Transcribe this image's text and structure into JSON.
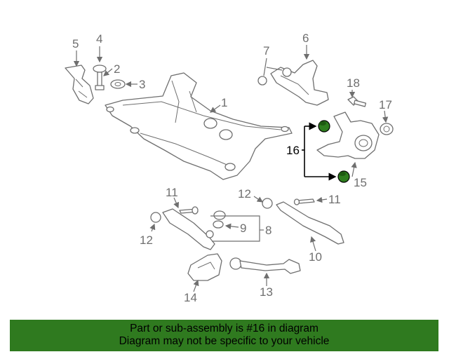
{
  "callouts": {
    "c1": "1",
    "c2": "2",
    "c3": "3",
    "c4": "4",
    "c5": "5",
    "c6": "6",
    "c7": "7",
    "c8": "8",
    "c9": "9",
    "c10": "10",
    "c11a": "11",
    "c11b": "11",
    "c12a": "12",
    "c12b": "12",
    "c13": "13",
    "c14": "14",
    "c15": "15",
    "c16": "16",
    "c17": "17",
    "c18": "18"
  },
  "highlighted_part": "16",
  "colors": {
    "highlight_part": "#2e7d1e",
    "banner_bg": "#2f7a1f",
    "line": "#6f6f6f"
  },
  "banner": {
    "line1": "Part or sub-assembly is #16 in diagram",
    "line2": "Diagram may not be specific to your vehicle"
  }
}
